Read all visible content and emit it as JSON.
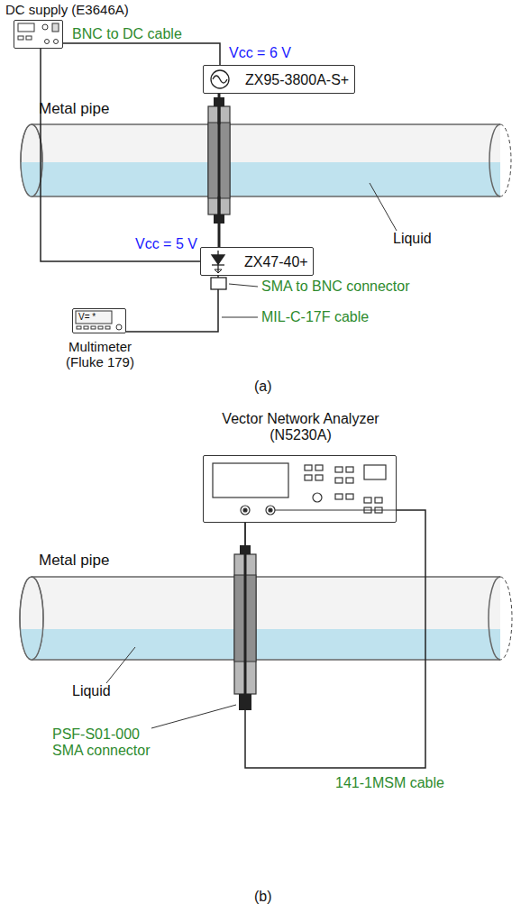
{
  "diagram": {
    "nodes": [
      {
        "text": [
          "DC supply (E3646A)"
        ]
      },
      {
        "text": [
          "ZX95-3800A-S+"
        ]
      },
      {
        "text": [
          "Metal pipe"
        ]
      },
      {
        "text": [
          "ZX47-40+"
        ]
      },
      {
        "text": [
          "V= *",
          "Multimeter (Fluke 179)"
        ]
      },
      {
        "text": [
          "Vector Network Analyzer (N5230A)"
        ]
      },
      {
        "text": [
          "Metal pipe"
        ]
      }
    ],
    "edges": [
      {
        "from": 0,
        "to": 1,
        "arrow": "none"
      },
      {
        "from": 1,
        "to": 2,
        "arrow": "none"
      },
      {
        "from": 2,
        "to": 3,
        "arrow": "none"
      },
      {
        "from": 0,
        "to": 3,
        "arrow": "none"
      },
      {
        "from": 3,
        "to": 4,
        "arrow": "none"
      },
      {
        "from": 5,
        "to": 6,
        "arrow": "none"
      },
      {
        "from": 5,
        "to": 6,
        "arrow": "none"
      }
    ],
    "labels": [
      "BNC to DC cable",
      "Vcc = 6 V",
      "Liquid",
      "Vcc = 5 V",
      "SMA to BNC connector",
      "MIL-C-17F cable",
      "(a)",
      "Liquid",
      "PSF-S01-000 SMA connector",
      "141-1MSM cable",
      "(b)"
    ]
  }
}
